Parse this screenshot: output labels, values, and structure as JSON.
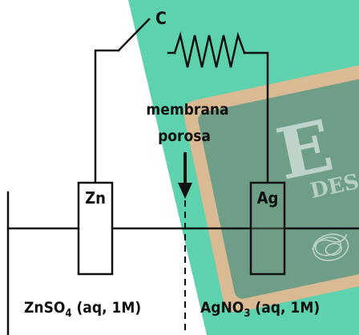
{
  "switch_label": "C",
  "membrane_label": {
    "line1": "membrana",
    "line2": "porosa"
  },
  "anode": {
    "electrode": "Zn",
    "solution_formula": "ZnSO",
    "solution_sub": "4",
    "solution_rest": " (aq, 1M)"
  },
  "cathode": {
    "electrode": "Ag",
    "solution_formula": "AgNO",
    "solution_sub": "3",
    "solution_rest": " (aq, 1M)"
  },
  "background_text": {
    "big_letter": "E",
    "small_text": "DES"
  },
  "colors": {
    "wire": "#111111",
    "background_panel": "#5ed1ae",
    "board": "#6f9e88",
    "board_frame": "#e7b78f"
  }
}
